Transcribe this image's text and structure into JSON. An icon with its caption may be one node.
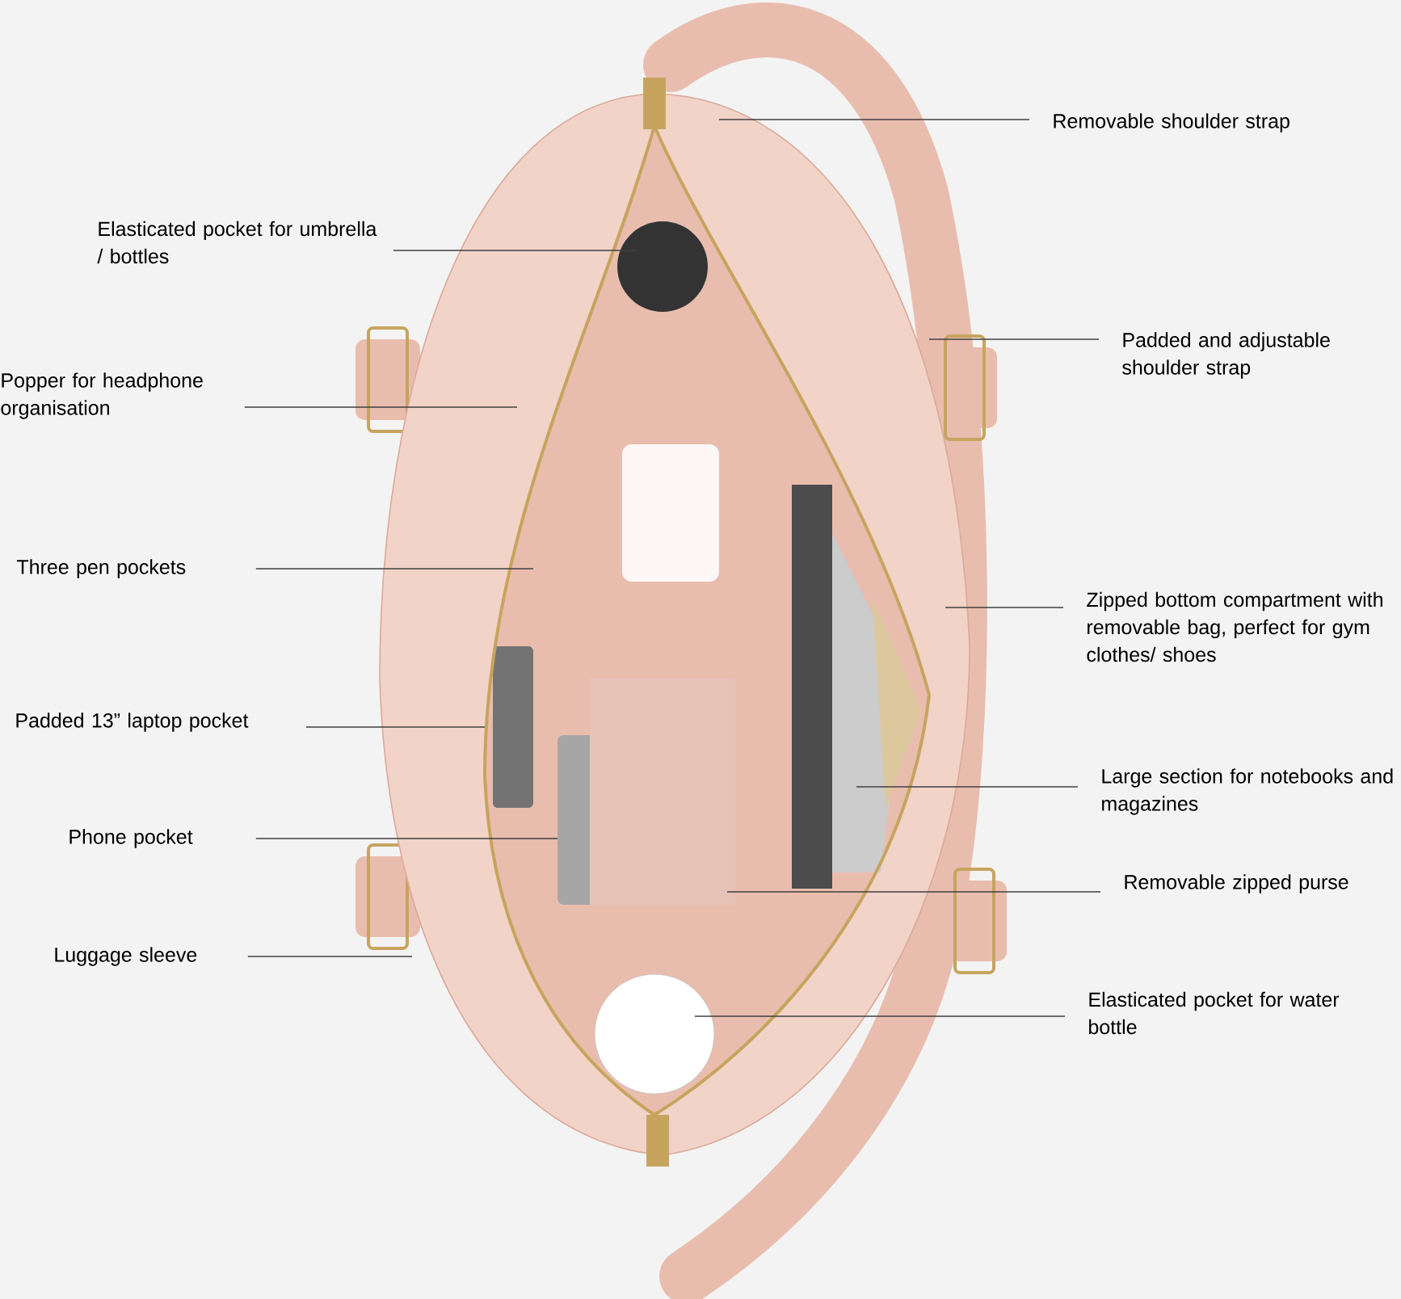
{
  "diagram": {
    "nodes": [
      {
        "text": [
          "Removable shoulder strap"
        ]
      },
      {
        "text": [
          "Elasticated pocket for umbrella / bottles"
        ]
      },
      {
        "text": [
          "Padded and adjustable shoulder strap"
        ]
      },
      {
        "text": [
          "Popper for headphone organisation"
        ]
      },
      {
        "text": [
          "Three pen pockets"
        ]
      },
      {
        "text": [
          "Zipped bottom compartment with removable bag, perfect for gym clothes/ shoes"
        ]
      },
      {
        "text": [
          "Padded 13” laptop pocket"
        ]
      },
      {
        "text": [
          "Large section for notebooks and magazines"
        ]
      },
      {
        "text": [
          "Phone pocket"
        ]
      },
      {
        "text": [
          "Removable zipped purse"
        ]
      },
      {
        "text": [
          "Luggage sleeve"
        ]
      },
      {
        "text": [
          "Elasticated pocket for water bottle"
        ]
      }
    ],
    "edges": [
      {
        "from": 0,
        "to": null,
        "arrow": "none"
      },
      {
        "from": 1,
        "to": null,
        "arrow": "none"
      },
      {
        "from": 2,
        "to": null,
        "arrow": "none"
      },
      {
        "from": 3,
        "to": null,
        "arrow": "none"
      },
      {
        "from": 4,
        "to": null,
        "arrow": "none"
      },
      {
        "from": 5,
        "to": null,
        "arrow": "none"
      },
      {
        "from": 6,
        "to": null,
        "arrow": "none"
      },
      {
        "from": 7,
        "to": null,
        "arrow": "none"
      },
      {
        "from": 8,
        "to": null,
        "arrow": "none"
      },
      {
        "from": 9,
        "to": null,
        "arrow": "none"
      },
      {
        "from": 10,
        "to": null,
        "arrow": "none"
      },
      {
        "from": 11,
        "to": null,
        "arrow": "none"
      }
    ]
  }
}
